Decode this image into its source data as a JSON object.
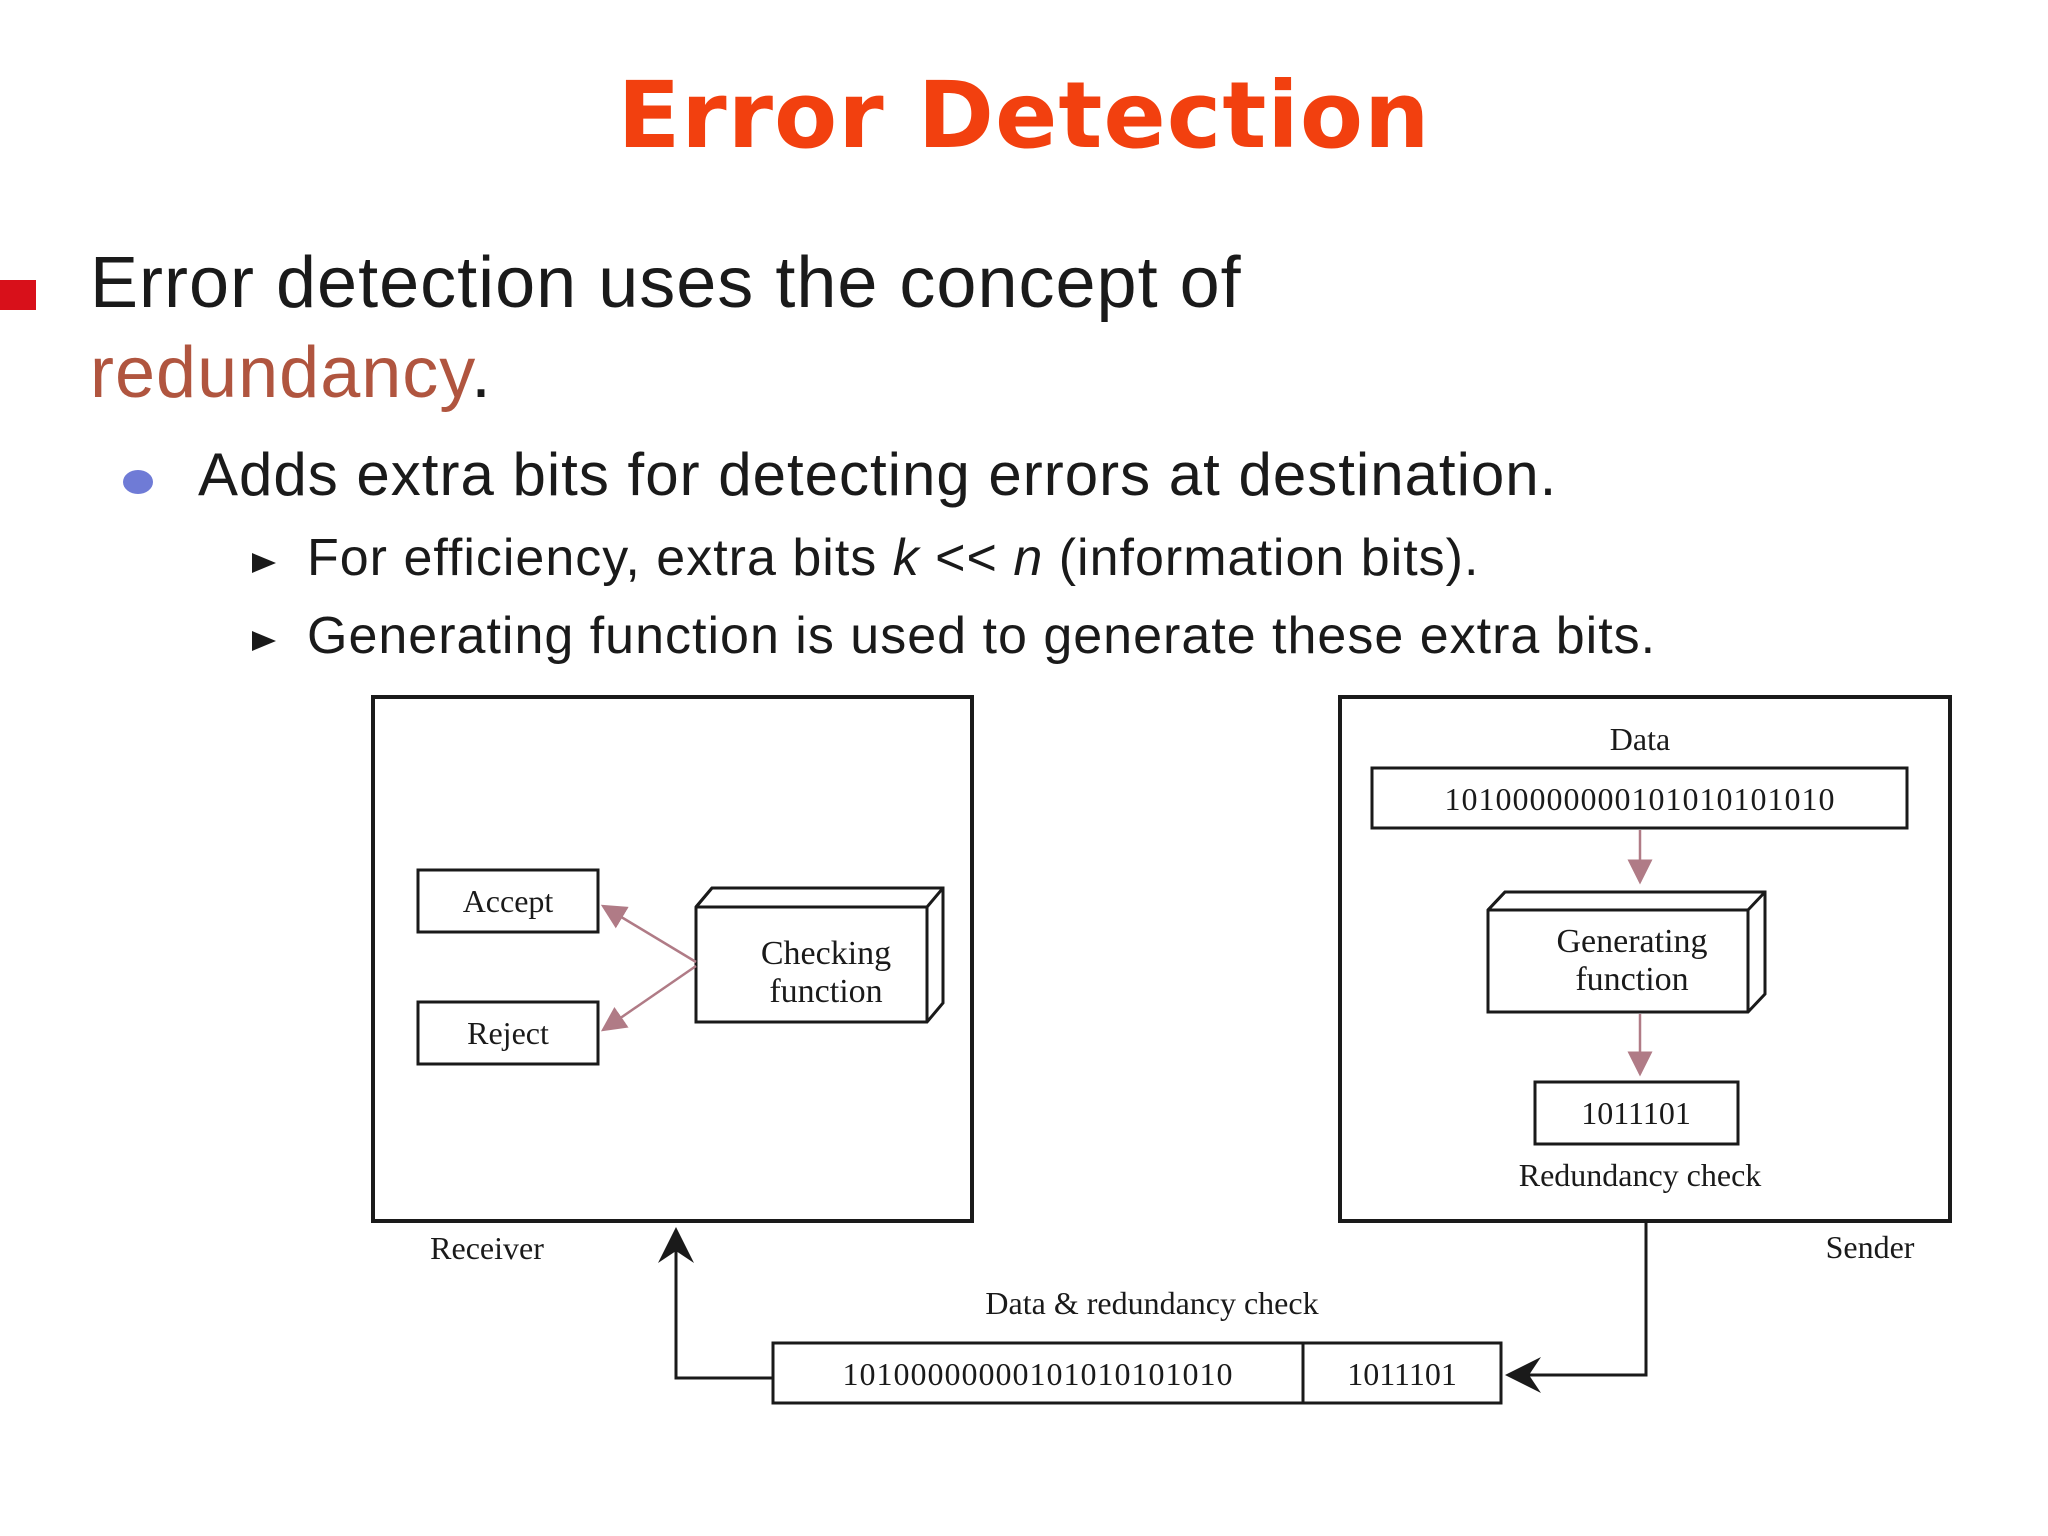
{
  "slide": {
    "title": "Error Detection",
    "bullet1": {
      "before": "Error detection uses the concept of",
      "highlight": "redundancy",
      "after": "."
    },
    "bullet2": "Adds extra bits for detecting errors at destination.",
    "bullet3": {
      "p1": "For efficiency, extra bits ",
      "k": "k",
      "op": " << ",
      "n": "n",
      "p2": " (information bits)."
    },
    "bullet4": "Generating function is used to generate these extra bits."
  },
  "diagram": {
    "receiver": {
      "label": "Receiver",
      "accept": "Accept",
      "reject": "Reject",
      "checking_function": [
        "Checking",
        "function"
      ]
    },
    "sender": {
      "label": "Sender",
      "data_label": "Data",
      "data_bits": "10100000000101010101010",
      "generating_function": [
        "Generating",
        "function"
      ],
      "redundancy_bits": "1011101",
      "redundancy_label": "Redundancy check"
    },
    "transmission": {
      "label": "Data & redundancy check",
      "data_bits": "10100000000101010101010",
      "redundancy_bits": "1011101"
    },
    "colors": {
      "title": "#f2400f",
      "highlight": "#b0553f",
      "arrow": "#b07b86",
      "line": "#1a1a1a"
    }
  }
}
